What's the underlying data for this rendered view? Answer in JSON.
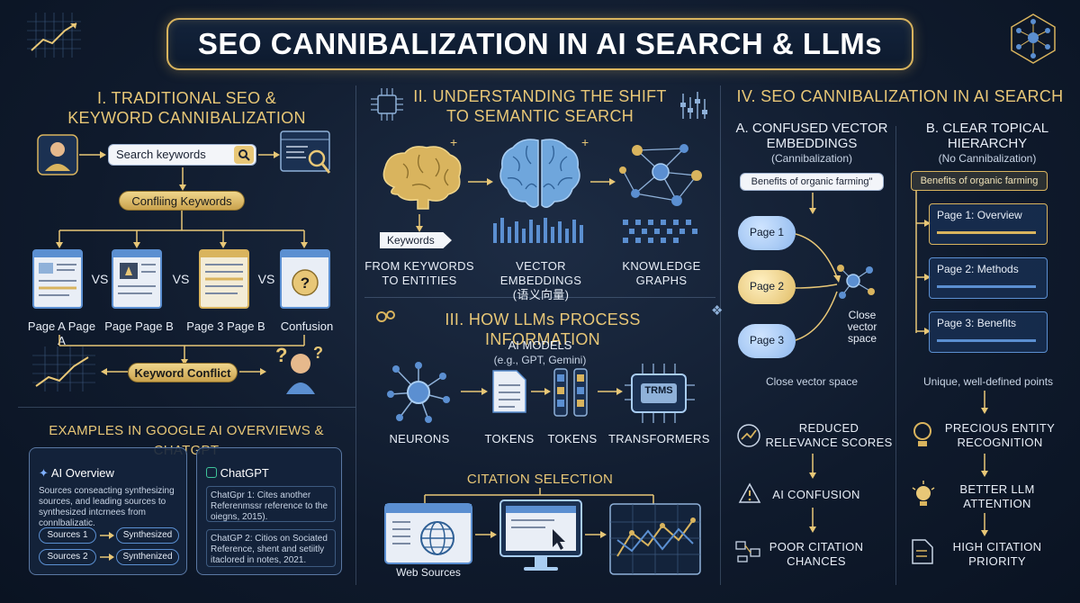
{
  "title": "SEO CANNIBALIZATION IN AI SEARCH & LLMs",
  "section1": {
    "title_line1": "I. TRADITIONAL SEO &",
    "title_line2": "KEYWORD CANNIBALIZATION",
    "search_box": "Search keywords",
    "conflict_pill": "Confliing Keywords",
    "vs": "VS",
    "pages": [
      "Page A Page A",
      "Page Page B",
      "Page 3 Page B",
      "Confusion"
    ],
    "keyword_conflict": "Keyword Conflict"
  },
  "section2": {
    "title_line1": "II. UNDERSTANDING THE SHIFT",
    "title_line2": "TO SEMANTIC SEARCH",
    "keywords_tag": "Keywords",
    "label1_line1": "FROM KEYWORDS",
    "label1_line2": "TO ENTITIES",
    "label2_line1": "VECTOR EMBEDDINGS",
    "label2_line2": "(语义向量)",
    "label3_line1": "KNOWLEDGE",
    "label3_line2": "GRAPHS"
  },
  "section3": {
    "title": "III. HOW LLMs PROCESS INFORMATION",
    "models_line1": "AI MODELS",
    "models_line2": "(e.g., GPT, Gemini)",
    "trms": "TRMS",
    "stages": [
      "NEURONS",
      "TOKENS",
      "TOKENS",
      "TRANSFORMERS"
    ],
    "citation_selection": "CITATION SELECTION",
    "web_sources": "Web Sources"
  },
  "examples": {
    "title": "EXAMPLES IN GOOGLE AI OVERVIEWS & CHATGPT",
    "ai_overview": {
      "heading": "AI Overview",
      "text": "Sources conseacting synthesizing sources, and leading sources to synthesized intcrnees from connlbalizatic.",
      "rows": [
        {
          "source": "Sources 1",
          "result": "Synthesized"
        },
        {
          "source": "Sources 2",
          "result": "Synthenized"
        }
      ]
    },
    "chatgpt": {
      "heading": "ChatGPT",
      "item1": "ChatGpr 1: Cites another Referenmssr reference to the oiegns, 2015).",
      "item2": "ChatGP 2: Citios on Sociated Reference, shent and setiitly itaclored in notes, 2021."
    }
  },
  "section4": {
    "title": "IV. SEO CANNIBALIZATION IN AI SEARCH",
    "a_title_line1": "A. CONFUSED VECTOR",
    "a_title_line2": "EMBEDDINGS",
    "a_sub": "(Cannibalization)",
    "a_query": "Benefits of organic farming\"",
    "clouds": [
      "Page 1",
      "Page 2",
      "Page 3"
    ],
    "close_vector_line1": "Close",
    "close_vector_line2": "vector",
    "close_vector_line3": "space",
    "close_vector_space": "Close vector space",
    "a_steps": [
      {
        "line1": "REDUCED",
        "line2": "RELEVANCE SCORES"
      },
      {
        "line1": "AI CONFUSION",
        "line2": ""
      },
      {
        "line1": "POOR CITATION",
        "line2": "CHANCES"
      }
    ],
    "b_title_line1": "B. CLEAR TOPICAL",
    "b_title_line2": "HIERARCHY",
    "b_sub": "(No Cannibalization)",
    "b_query": "Benefits of organic farming",
    "b_pages": [
      "Page 1: Overview",
      "Page 2: Methods",
      "Page 3: Benefits"
    ],
    "unique_points": "Unique, well-defined points",
    "b_steps": [
      {
        "line1": "PRECIOUS ENTITY",
        "line2": "RECOGNITION"
      },
      {
        "line1": "BETTER LLM",
        "line2": "ATTENTION"
      },
      {
        "line1": "HIGH CITATION",
        "line2": "PRIORITY"
      }
    ]
  },
  "colors": {
    "accent_gold": "#e8c777",
    "accent_blue": "#5b8fd1",
    "background": "#0f1a2c"
  }
}
